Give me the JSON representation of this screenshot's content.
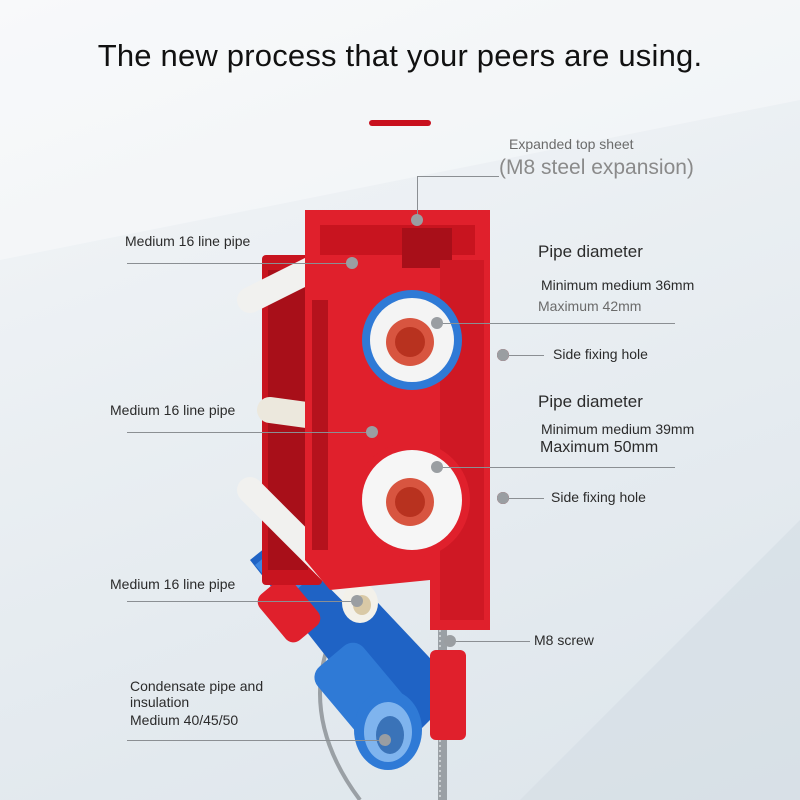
{
  "headline": "The new process that your peers are using.",
  "colors": {
    "accent": "#c8101e",
    "housing": "#e0202c",
    "insulation_blue": "#2f7ad6",
    "foam": "#f4f4f4"
  },
  "callouts": {
    "top_sheet_title": "Expanded top sheet",
    "top_sheet_detail": "(M8 steel expansion)",
    "pipe_top": "Medium 16 line pipe",
    "pipe_middle": "Medium 16 line pipe",
    "pipe_bottom": "Medium 16 line pipe",
    "upper_diameter_heading": "Pipe diameter",
    "upper_min": "Minimum medium 36mm",
    "upper_max": "Maximum 42mm",
    "side_hole_upper": "Side fixing hole",
    "lower_diameter_heading": "Pipe diameter",
    "lower_min": "Minimum medium 39mm",
    "lower_max": "Maximum 50mm",
    "side_hole_lower": "Side fixing hole",
    "screw": "M8 screw",
    "condensate_line1": "Condensate pipe and",
    "condensate_line2": "insulation",
    "condensate_size": "Medium 40/45/50"
  }
}
